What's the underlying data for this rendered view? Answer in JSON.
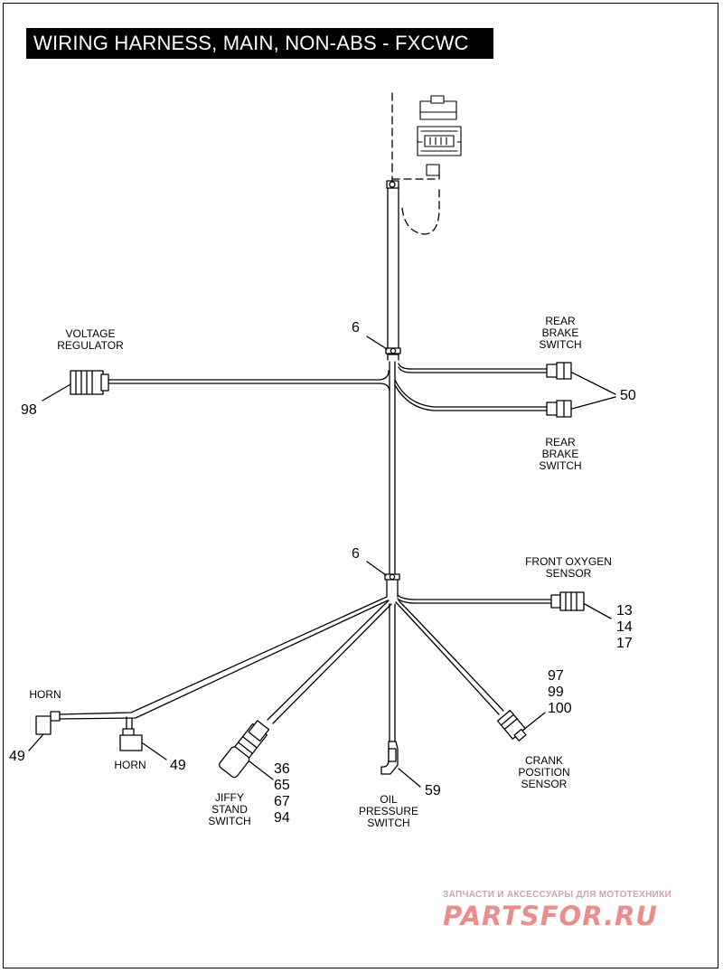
{
  "title": "WIRING HARNESS, MAIN, NON-ABS - FXCWC",
  "labels": {
    "voltage_regulator": [
      "VOLTAGE",
      "REGULATOR"
    ],
    "rear_brake_switch_1": [
      "REAR",
      "BRAKE",
      "SWITCH"
    ],
    "rear_brake_switch_2": [
      "REAR",
      "BRAKE",
      "SWITCH"
    ],
    "front_oxygen_sensor": [
      "FRONT OXYGEN",
      "SENSOR"
    ],
    "horn_1": "HORN",
    "horn_2": "HORN",
    "jiffy_stand_switch": [
      "JIFFY",
      "STAND",
      "SWITCH"
    ],
    "oil_pressure_switch": [
      "OIL",
      "PRESSURE",
      "SWITCH"
    ],
    "crank_position_sensor": [
      "CRANK",
      "POSITION",
      "SENSOR"
    ]
  },
  "callouts": {
    "clip_upper": "6",
    "clip_lower": "6",
    "voltage_regulator": "98",
    "rear_brake_switch": "50",
    "front_oxygen_sensor": [
      "13",
      "14",
      "17"
    ],
    "crank_position_sensor": [
      "97",
      "99",
      "100"
    ],
    "horn_left": "49",
    "horn_right": "49",
    "jiffy_stand_switch": [
      "36",
      "65",
      "67",
      "94"
    ],
    "oil_pressure_switch": "59"
  },
  "watermark": {
    "tagline": "ЗАПЧАСТИ И АКСЕССУАРЫ ДЛЯ МОТОТЕХНИКИ",
    "logo": "PARTSFOR.RU"
  }
}
